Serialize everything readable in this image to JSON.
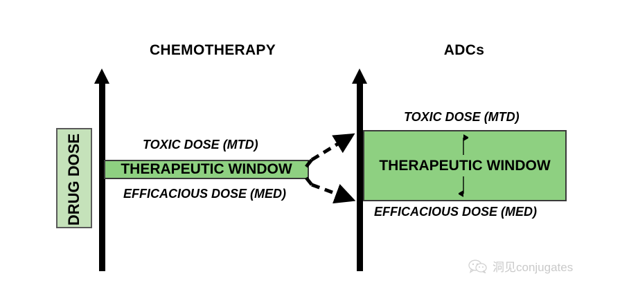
{
  "diagram": {
    "title_left": "CHEMOTHERAPY",
    "title_right": "ADCs",
    "axis_label": "DRUG DOSE"
  },
  "panels": {
    "chemotherapy": {
      "title": "CHEMOTHERAPY",
      "toxic_label": "TOXIC DOSE (MTD)",
      "window_label": "THERAPEUTIC WINDOW",
      "efficacious_label": "EFFICACIOUS DOSE (MED)"
    },
    "adcs": {
      "title": "ADCs",
      "toxic_label": "TOXIC DOSE (MTD)",
      "window_label": "THERAPEUTIC WINDOW",
      "efficacious_label": "EFFICACIOUS DOSE (MED)"
    }
  },
  "colors": {
    "window_green": "#8ed081",
    "axis_label_green": "#c5e2ba",
    "outline": "#3a3a3a",
    "stroke": "#000000"
  },
  "watermark": {
    "text": "洞见conjugates",
    "icon": "wechat-icon"
  }
}
